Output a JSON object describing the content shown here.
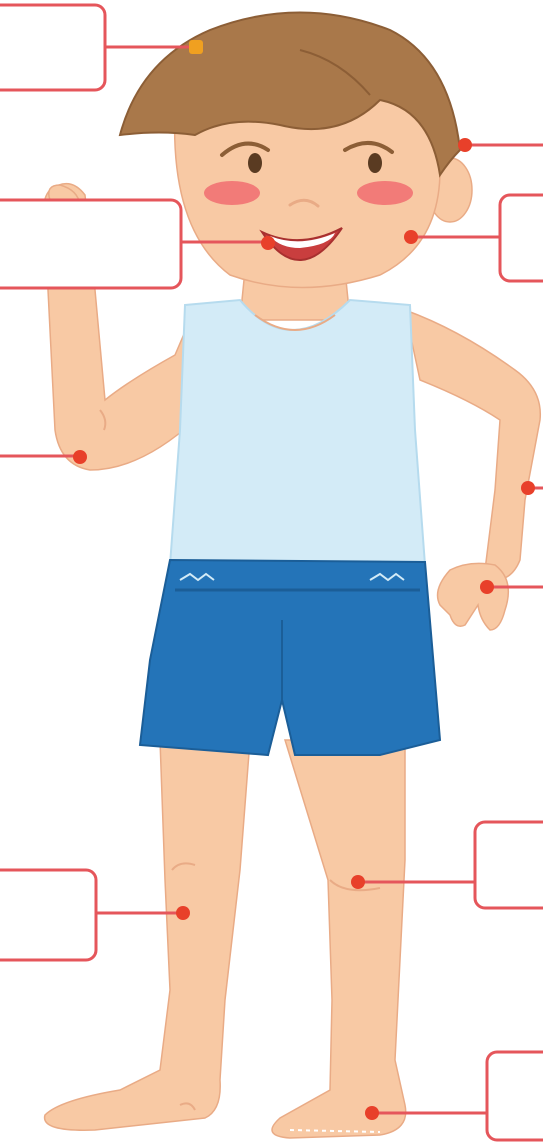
{
  "diagram": {
    "subject": "body-parts-labeling-worksheet",
    "colors": {
      "label_border": "#e5565b",
      "marker": "#e8402a",
      "marker_head": "#f0a020",
      "skin": "#f8c9a4",
      "skin_shade": "#e9ab86",
      "hair": "#a9784a",
      "hair_dark": "#8c5e36",
      "shirt": "#d3ebf7",
      "shorts": "#2474b8",
      "shorts_dark": "#1b5e98",
      "cheek": "#f0606a",
      "mouth": "#c93e3e"
    },
    "labels": [
      {
        "id": "head",
        "text": ""
      },
      {
        "id": "ear",
        "text": ""
      },
      {
        "id": "mouth",
        "text": ""
      },
      {
        "id": "cheek",
        "text": ""
      },
      {
        "id": "elbow",
        "text": ""
      },
      {
        "id": "wrist",
        "text": ""
      },
      {
        "id": "hand",
        "text": ""
      },
      {
        "id": "knee-right",
        "text": ""
      },
      {
        "id": "knee-left",
        "text": ""
      },
      {
        "id": "ankle",
        "text": ""
      }
    ]
  }
}
